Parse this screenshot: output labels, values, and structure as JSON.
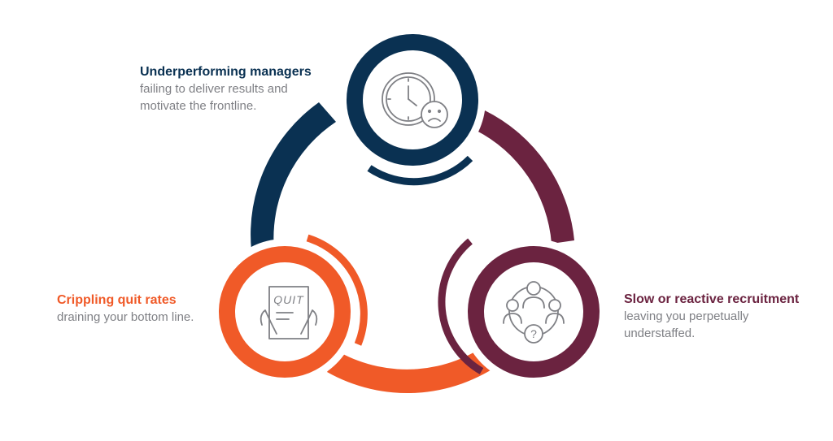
{
  "colors": {
    "navy": "#0a3152",
    "maroon": "#6b2340",
    "orange": "#f05a28",
    "icon_gray": "#7f8085",
    "subtext_gray": "#7f8085"
  },
  "nodes": {
    "top": {
      "title": "Underperforming managers",
      "lines": [
        "failing to deliver results and",
        "motivate the frontline."
      ],
      "icon": "clock-sad-face-icon"
    },
    "left": {
      "title": "Crippling quit rates",
      "lines": [
        "draining your bottom line."
      ],
      "icon": "quit-letter-icon",
      "icon_text": "QUIT"
    },
    "right": {
      "title": "Slow or reactive recruitment",
      "lines": [
        "leaving you perpetually",
        "understaffed."
      ],
      "icon": "recruitment-network-icon",
      "icon_text": "?"
    }
  }
}
